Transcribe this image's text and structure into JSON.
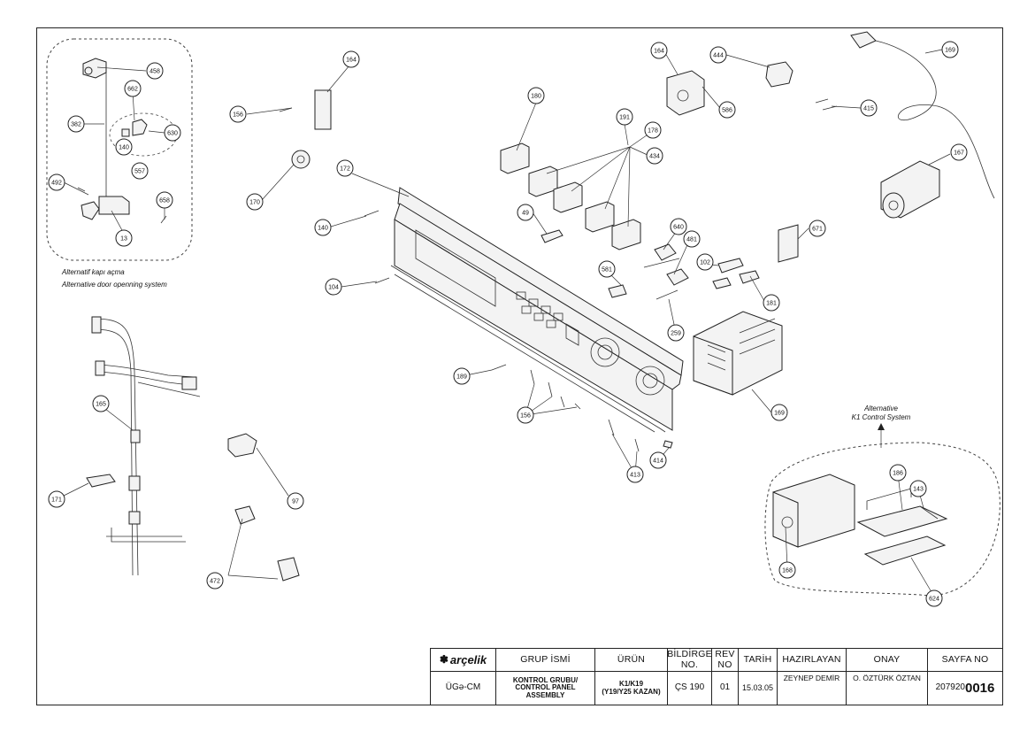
{
  "drawing": {
    "notes": {
      "alt_door_tr": "Alternatif kapı açma",
      "alt_door_en": "Alternative door openning system",
      "alt_control": [
        "Alternative",
        "K1 Control System"
      ]
    },
    "callouts": [
      "458",
      "382",
      "662",
      "630",
      "140",
      "557",
      "492",
      "13",
      "658",
      "156",
      "164",
      "170",
      "172",
      "180",
      "191",
      "178",
      "434",
      "49",
      "140",
      "104",
      "164",
      "444",
      "586",
      "415",
      "169",
      "167",
      "671",
      "640",
      "481",
      "581",
      "102",
      "181",
      "259",
      "169",
      "189",
      "156",
      "413",
      "414",
      "165",
      "171",
      "97",
      "472",
      "186",
      "143",
      "168",
      "624"
    ]
  },
  "title_block": {
    "logo": "arçelik",
    "headers": {
      "group": "GRUP İSMİ",
      "product": "ÜRÜN",
      "doc_no": "BİLDİRGE NO.",
      "rev_no": "REV NO",
      "date": "TARİH",
      "prepared_by": "HAZIRLAYAN",
      "approval": "ONAY",
      "page_no": "SAYFA NO"
    },
    "values": {
      "code": "ÜGə-CM",
      "group_line1": "KONTROL GRUBU/",
      "group_line2": "CONTROL PANEL ASSEMBLY",
      "product_line1": "K1/K19",
      "product_line2": "(Y19/Y25 KAZAN)",
      "doc_no": "ÇS 190",
      "rev_no": "01",
      "date": "15.03.05",
      "prepared_by": "ZEYNEP DEMİR",
      "approval": "O. ÖZTÜRK ÖZTAN",
      "page_prefix": "207920",
      "page_suffix": "0016"
    }
  }
}
